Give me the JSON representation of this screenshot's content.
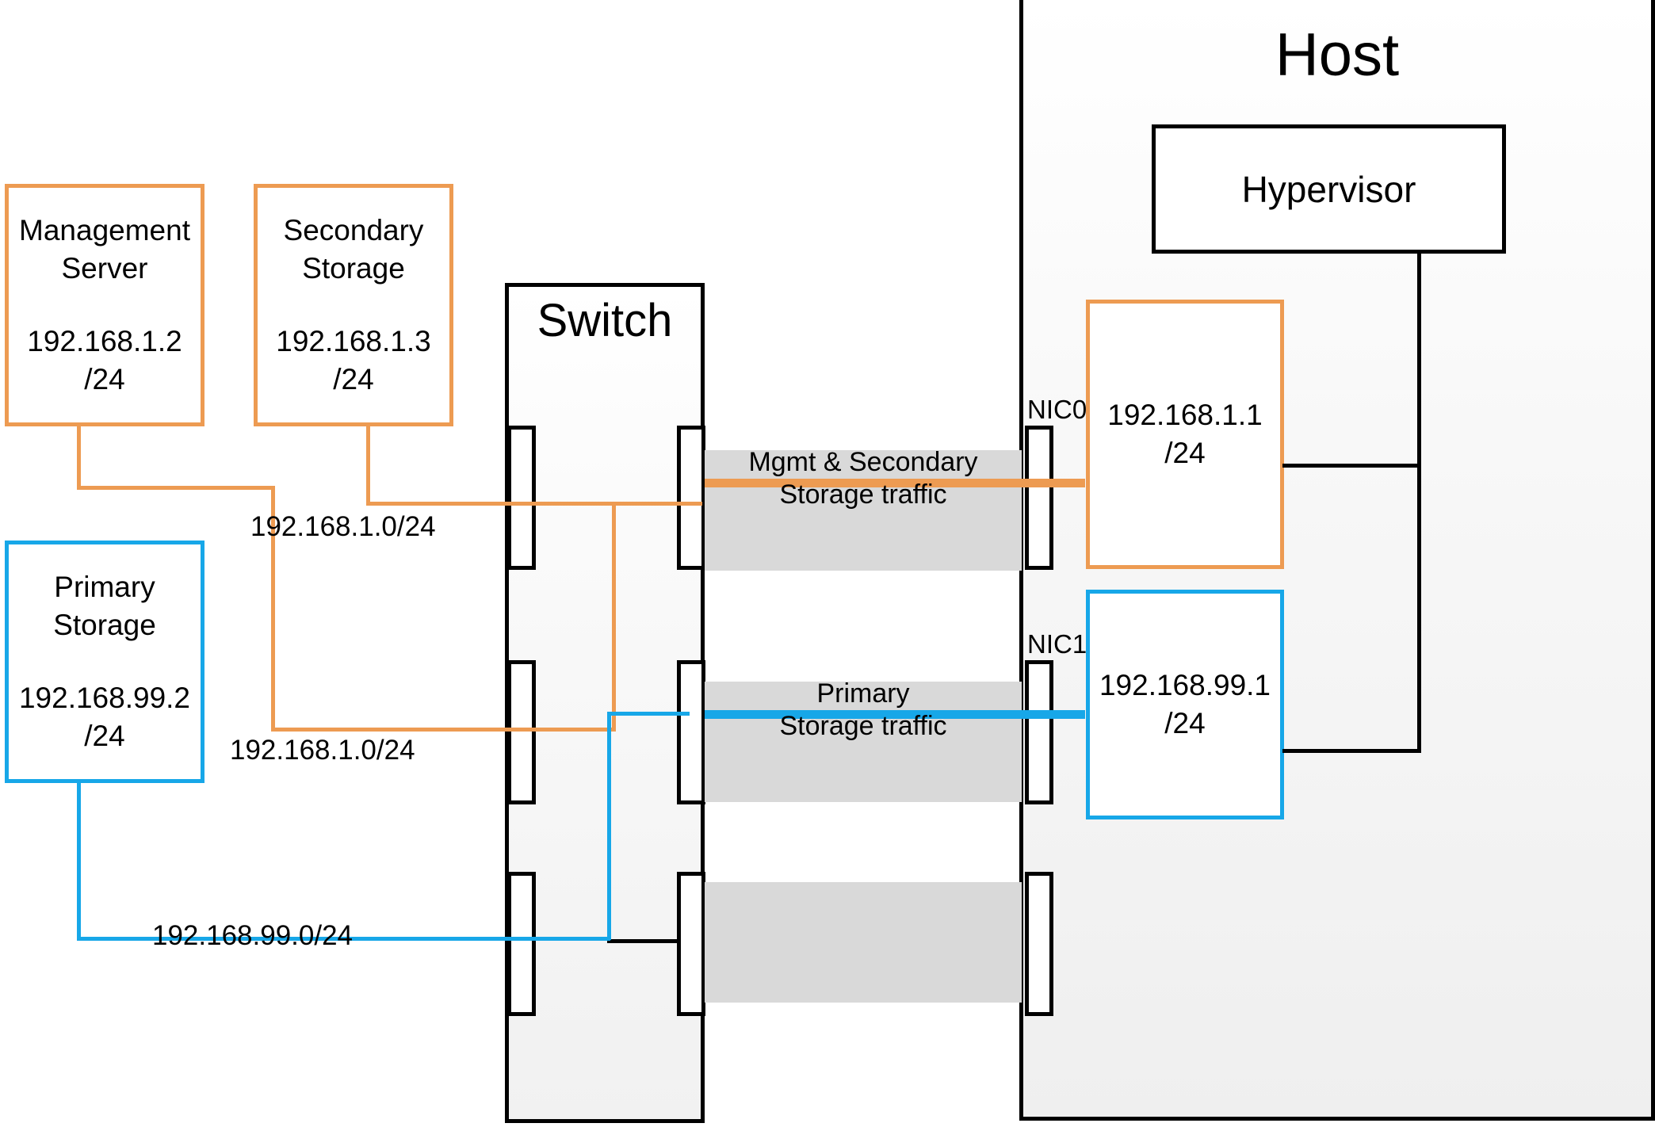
{
  "diagram": {
    "title": "CloudStack basic network topology: management, secondary and primary storage traffic through a switch to a hypervisor host"
  },
  "colors": {
    "orange": "#ED9B52",
    "blue": "#17A7E8",
    "black": "#000000",
    "band_gray": "#D9D9D9",
    "box_fill": "#FFFFFF"
  },
  "nodes": {
    "management_server": {
      "name": "Management\nServer",
      "line1": "Management",
      "line2": "Server",
      "ip": "192.168.1.2",
      "mask": "/24",
      "border_color": "#ED9B52"
    },
    "secondary_storage": {
      "line1": "Secondary",
      "line2": "Storage",
      "ip": "192.168.1.3",
      "mask": "/24",
      "border_color": "#ED9B52"
    },
    "primary_storage": {
      "line1": "Primary",
      "line2": "Storage",
      "ip": "192.168.99.2",
      "mask": "/24",
      "border_color": "#17A7E8"
    },
    "switch": {
      "label": "Switch"
    },
    "host": {
      "label": "Host"
    },
    "hypervisor": {
      "label": "Hypervisor"
    },
    "nic0_address": {
      "ip": "192.168.1.1",
      "mask": "/24",
      "border_color": "#ED9B52"
    },
    "nic1_address": {
      "ip": "192.168.99.1",
      "mask": "/24",
      "border_color": "#17A7E8"
    }
  },
  "nics": {
    "nic0": "NIC0",
    "nic1": "NIC1"
  },
  "traffic": {
    "mgmt": {
      "line1": "Mgmt & Secondary",
      "line2": "Storage traffic",
      "color": "#ED9B52"
    },
    "primary": {
      "line1": "Primary",
      "line2": "Storage traffic",
      "color": "#17A7E8"
    }
  },
  "networks": {
    "mgmt_subnet_top": "192.168.1.0/24",
    "mgmt_subnet_bottom": "192.168.1.0/24",
    "storage_subnet": "192.168.99.0/24"
  }
}
